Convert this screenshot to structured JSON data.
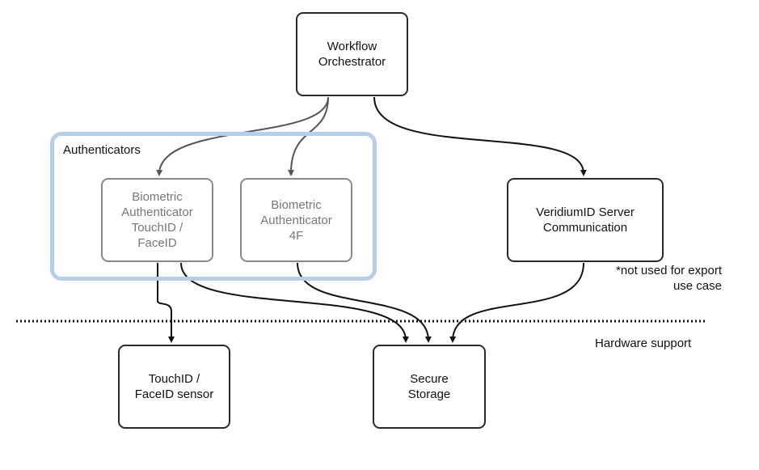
{
  "group": {
    "label": "Authenticators"
  },
  "nodes": {
    "orchestrator": "Workflow\nOrchestrator",
    "bio_touchid": "Biometric\nAuthenticator\nTouchID /\nFaceID",
    "bio_4f": "Biometric\nAuthenticator\n4F",
    "server": "VeridiumID Server\nCommunication",
    "sensor": "TouchID /\nFaceID sensor",
    "storage": "Secure\nStorage"
  },
  "notes": {
    "export": "*not used for export\nuse case",
    "hardware": "Hardware support"
  },
  "colors": {
    "dark_stroke": "#2a2a2a",
    "light_stroke": "#8a8a8a",
    "group_border": "#b8cdee",
    "arrow_gray": "#555555"
  }
}
